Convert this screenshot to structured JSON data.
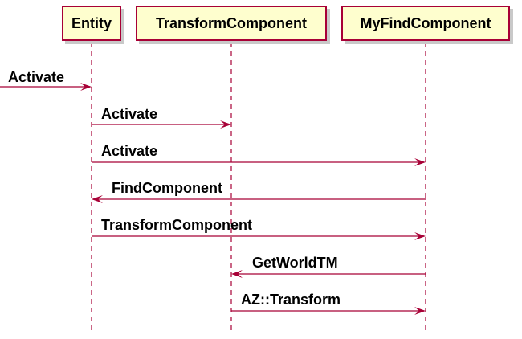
{
  "participants": [
    {
      "id": "entity",
      "label": "Entity"
    },
    {
      "id": "transform",
      "label": "TransformComponent"
    },
    {
      "id": "myfind",
      "label": "MyFindComponent"
    }
  ],
  "messages": [
    {
      "label": "Activate",
      "from": "external",
      "to": "entity"
    },
    {
      "label": "Activate",
      "from": "entity",
      "to": "transform"
    },
    {
      "label": "Activate",
      "from": "entity",
      "to": "myfind"
    },
    {
      "label": "FindComponent",
      "from": "myfind",
      "to": "entity"
    },
    {
      "label": "TransformComponent",
      "from": "entity",
      "to": "myfind"
    },
    {
      "label": "GetWorldTM",
      "from": "myfind",
      "to": "transform"
    },
    {
      "label": "AZ::Transform",
      "from": "transform",
      "to": "myfind"
    }
  ],
  "colors": {
    "line": "#a80036",
    "box_fill": "#fefece",
    "box_border": "#a80036"
  }
}
